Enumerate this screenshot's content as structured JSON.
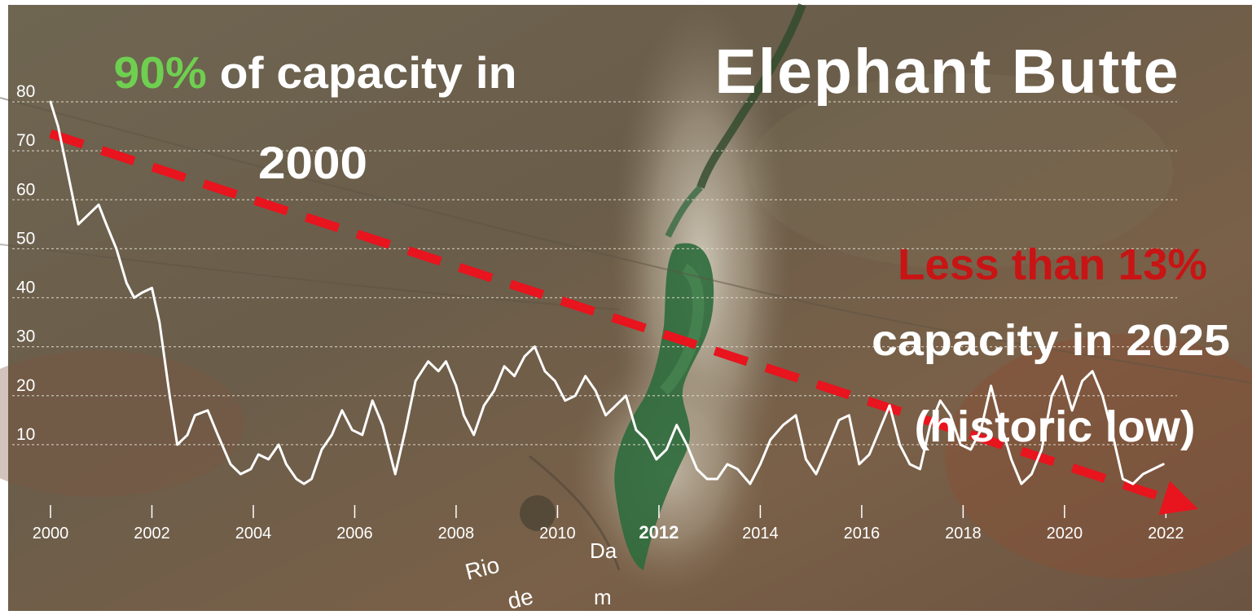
{
  "headline": {
    "title": "Elephant Butte",
    "top_left": {
      "pct": "90%",
      "text": " of capacity in",
      "year": "2000"
    },
    "right": {
      "line1": "Less than 13%",
      "line2": "capacity in 2025",
      "line3": "(historic low)"
    }
  },
  "map_labels": {
    "river_1": "Rio",
    "river_2": "de",
    "dam_1": "Da",
    "dam_2": "m"
  },
  "colors": {
    "green": "#6fcf50",
    "red": "#c81414",
    "trend": "#e8141e",
    "line": "#ffffff"
  },
  "chart_data": {
    "type": "line",
    "title": "Elephant Butte",
    "xlabel": "",
    "ylabel": "",
    "xlim": [
      2000,
      2022.3
    ],
    "ylim": [
      0,
      80
    ],
    "grid": true,
    "x_ticks": [
      2000,
      2002,
      2004,
      2006,
      2008,
      2010,
      2012,
      2014,
      2016,
      2018,
      2020,
      2022
    ],
    "x_tick_labels": [
      "2000",
      "2002",
      "2004",
      "2006",
      "2008",
      "2010",
      "2012",
      "2014",
      "2016",
      "2018",
      "2020",
      "2022"
    ],
    "y_ticks": [
      10,
      20,
      30,
      40,
      50,
      60,
      70,
      80
    ],
    "y_tick_labels": [
      "10",
      "20",
      "30",
      "40",
      "50",
      "60",
      "70",
      "80"
    ],
    "series": [
      {
        "x": [
          2000.0,
          2000.15,
          2000.35,
          2000.55,
          2000.75,
          2000.95,
          2001.1,
          2001.3,
          2001.5,
          2001.65,
          2001.8,
          2002.0,
          2002.15,
          2002.35,
          2002.5,
          2002.7,
          2002.85,
          2003.1,
          2003.3,
          2003.55,
          2003.75,
          2003.95,
          2004.1,
          2004.3,
          2004.5,
          2004.65,
          2004.85,
          2005.0,
          2005.15,
          2005.35,
          2005.55,
          2005.75,
          2005.95,
          2006.15,
          2006.35,
          2006.55,
          2006.8,
          2007.0,
          2007.2,
          2007.45,
          2007.65,
          2007.8,
          2008.0,
          2008.15,
          2008.35,
          2008.55,
          2008.75,
          2008.95,
          2009.15,
          2009.35,
          2009.55,
          2009.75,
          2009.95,
          2010.15,
          2010.35,
          2010.55,
          2010.75,
          2010.95,
          2011.15,
          2011.35,
          2011.55,
          2011.75,
          2011.95,
          2012.15,
          2012.35,
          2012.55,
          2012.75,
          2012.95,
          2013.15,
          2013.35,
          2013.55,
          2013.8,
          2014.0,
          2014.2,
          2014.45,
          2014.7,
          2014.9,
          2015.1,
          2015.35,
          2015.55,
          2015.75,
          2015.95,
          2016.15,
          2016.35,
          2016.55,
          2016.75,
          2016.95,
          2017.15,
          2017.35,
          2017.55,
          2017.75,
          2017.95,
          2018.15,
          2018.35,
          2018.55,
          2018.75,
          2018.95,
          2019.15,
          2019.35,
          2019.55,
          2019.75,
          2019.95,
          2020.15,
          2020.35,
          2020.55,
          2020.75,
          2020.95,
          2021.15,
          2021.35,
          2021.55,
          2021.75,
          2021.95
        ],
        "y": [
          80,
          75,
          65,
          55,
          57,
          59,
          55,
          50,
          43,
          40,
          41,
          42,
          35,
          20,
          10,
          12,
          16,
          17,
          12,
          6,
          4,
          5,
          8,
          7,
          10,
          6,
          3,
          2,
          3,
          9,
          12,
          17,
          13,
          12,
          19,
          14,
          4,
          13,
          23,
          27,
          25,
          27,
          22,
          16,
          12,
          18,
          21,
          26,
          24,
          28,
          30,
          25,
          23,
          19,
          20,
          24,
          21,
          16,
          18,
          20,
          13,
          11,
          7,
          9,
          14,
          10,
          5,
          3,
          3,
          6,
          5,
          2,
          6,
          11,
          14,
          16,
          7,
          4,
          10,
          15,
          16,
          6,
          8,
          13,
          18,
          10,
          6,
          5,
          14,
          19,
          16,
          10,
          9,
          13,
          22,
          14,
          7,
          2,
          4,
          9,
          20,
          24,
          17,
          23,
          25,
          20,
          12,
          3,
          2,
          4,
          5,
          6
        ]
      }
    ],
    "trend": {
      "x": [
        2000,
        2022.3
      ],
      "y": [
        73.5,
        -2
      ]
    }
  }
}
